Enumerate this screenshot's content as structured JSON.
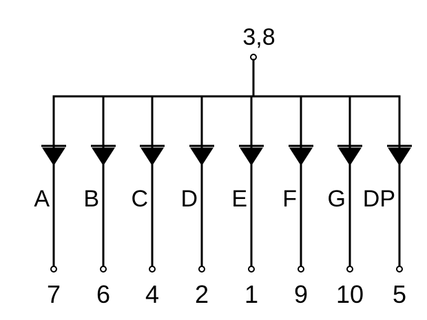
{
  "diagram": {
    "common_pin_label": "3,8",
    "segments": [
      {
        "label": "A",
        "pin": "7"
      },
      {
        "label": "B",
        "pin": "6"
      },
      {
        "label": "C",
        "pin": "4"
      },
      {
        "label": "D",
        "pin": "2"
      },
      {
        "label": "E",
        "pin": "1"
      },
      {
        "label": "F",
        "pin": "9"
      },
      {
        "label": "G",
        "pin": "10"
      },
      {
        "label": "DP",
        "pin": "5"
      }
    ]
  }
}
